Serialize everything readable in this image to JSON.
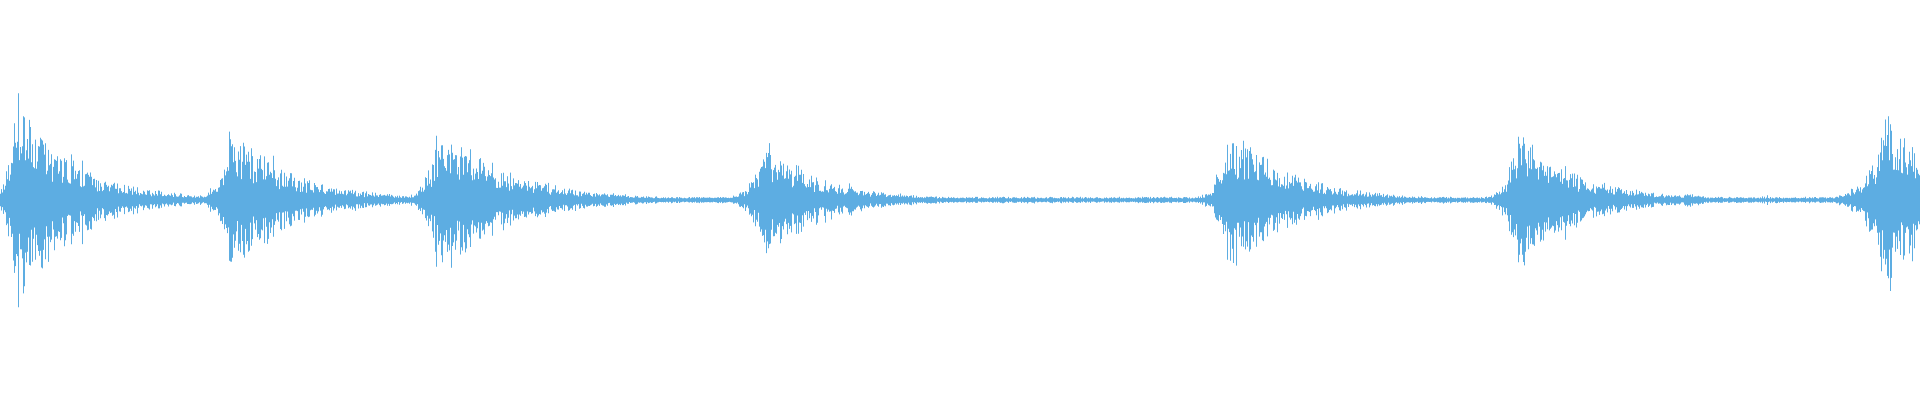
{
  "waveform": {
    "color": "#5DADE2",
    "background": "#FFFFFF",
    "baseline_amplitude": 0.012,
    "bursts": [
      {
        "position": 0.008,
        "peak_amplitude": 0.5,
        "attack": 0.004,
        "decay": 0.03
      },
      {
        "position": 0.12,
        "peak_amplitude": 0.36,
        "attack": 0.005,
        "decay": 0.03
      },
      {
        "position": 0.228,
        "peak_amplitude": 0.38,
        "attack": 0.005,
        "decay": 0.035
      },
      {
        "position": 0.272,
        "peak_amplitude": 0.05,
        "attack": 0.002,
        "decay": 0.004
      },
      {
        "position": 0.398,
        "peak_amplitude": 0.27,
        "attack": 0.006,
        "decay": 0.03
      },
      {
        "position": 0.64,
        "peak_amplitude": 0.34,
        "attack": 0.005,
        "decay": 0.032
      },
      {
        "position": 0.74,
        "peak_amplitude": 0.02,
        "attack": 0.006,
        "decay": 0.008
      },
      {
        "position": 0.79,
        "peak_amplitude": 0.34,
        "attack": 0.005,
        "decay": 0.03
      },
      {
        "position": 0.88,
        "peak_amplitude": 0.04,
        "attack": 0.006,
        "decay": 0.008
      },
      {
        "position": 0.92,
        "peak_amplitude": 0.02,
        "attack": 0.001,
        "decay": 0.002
      },
      {
        "position": 0.982,
        "peak_amplitude": 0.44,
        "attack": 0.008,
        "decay": 0.03
      }
    ]
  }
}
